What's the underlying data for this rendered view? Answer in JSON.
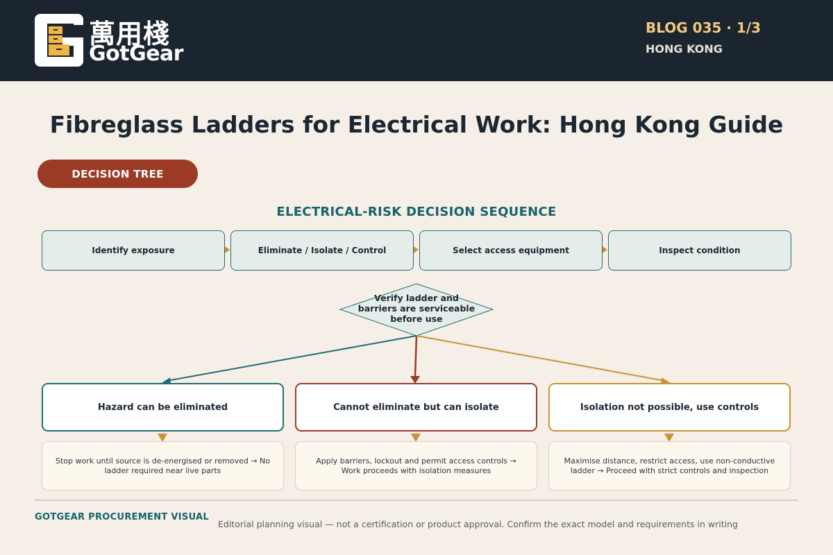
{
  "header": {
    "logo_cjk": "萬用棧",
    "logo_latin": "GotGear",
    "blog_id": "BLOG 035 · 1/3",
    "location": "HONG KONG"
  },
  "title": "Fibreglass Ladders for Electrical Work: Hong Kong Guide",
  "badge": "DECISION TREE",
  "section_title": "ELECTRICAL-RISK DECISION SEQUENCE",
  "steps": [
    {
      "label": "Identify exposure"
    },
    {
      "label": "Eliminate / Isolate / Control"
    },
    {
      "label": "Select access equipment"
    },
    {
      "label": "Inspect condition"
    }
  ],
  "decision": {
    "line1": "Verify ladder and",
    "line2": "barriers are serviceable",
    "line3": "before use"
  },
  "branches": [
    {
      "label": "Hazard can be eliminated",
      "color": "#1f6e74"
    },
    {
      "label": "Cannot eliminate but can isolate",
      "color": "#9b3a25"
    },
    {
      "label": "Isolation not possible, use controls",
      "color": "#c99232"
    }
  ],
  "outcomes": [
    {
      "text": "Stop work until source is de-energised or removed → No ladder required near live parts"
    },
    {
      "text": "Apply barriers, lockout and permit access controls → Work proceeds with isolation measures"
    },
    {
      "text": "Maximise distance, restrict access, use non-conductive ladder → Proceed with strict controls and inspection"
    }
  ],
  "colors": {
    "header_bg": "#1b2530",
    "accent_gold": "#f2c97d",
    "arrow_gold": "#c99232",
    "teal": "#1f6e74",
    "rust": "#9b3a25"
  },
  "footer": {
    "brand": "GOTGEAR PROCUREMENT VISUAL",
    "note": "Editorial planning visual — not a certification or product approval. Confirm the exact model and requirements in writing"
  }
}
